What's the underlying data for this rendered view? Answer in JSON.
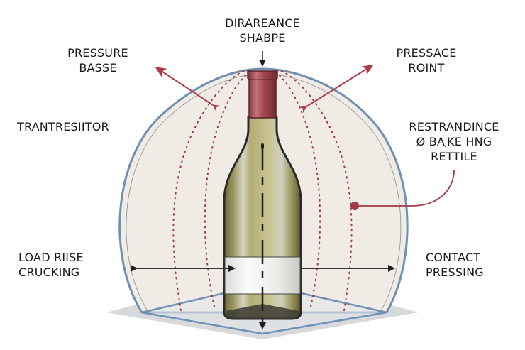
{
  "diagram": {
    "title_top": {
      "line1": "DIRAREANCE",
      "line2": "SHABPE"
    },
    "labels": {
      "top_left": {
        "line1": "PRESSURE",
        "line2": "BASSE"
      },
      "top_right": {
        "line1": "PRESSACE",
        "line2": "ROINT"
      },
      "mid_left": {
        "line1": "TRANTRESIITOR"
      },
      "mid_right": {
        "line1": "RESTRANDINCE",
        "line2": "Ø  BAⱼKE HNG",
        "line3": "RETTILE"
      },
      "bottom_left": {
        "line1": "LOAD RIISE",
        "line2": "CRUCKING"
      },
      "bottom_right": {
        "line1": "CONTACT",
        "line2": "PRESSING"
      }
    },
    "colors": {
      "dome_fill": "#f1ebe5",
      "dome_edge": "#6f8fb3",
      "dotted_lines": "#a33a46",
      "arrows_red": "#b13a48",
      "bottle_glass": "#a9a46a",
      "bottle_capsule": "#a3454f",
      "label_band": "#ececea",
      "base_platform": "#d7d9dc",
      "text": "#1a1a1a"
    },
    "objects": {
      "main_object": "wine-bottle",
      "enclosure": "hemispherical-dome",
      "base": "diamond-platform"
    }
  }
}
